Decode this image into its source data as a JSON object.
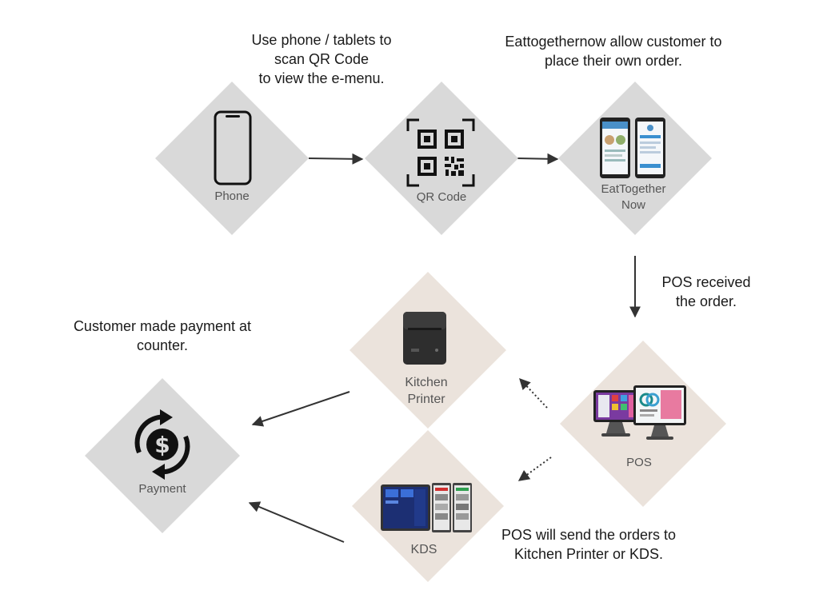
{
  "colors": {
    "grey_node": "#d9d9d9",
    "beige_node": "#ebe3dc",
    "text": "#1a1a1a",
    "label": "#555555",
    "arrow": "#333333"
  },
  "notes": {
    "scan": [
      "Use phone / tablets to",
      "scan QR Code",
      "to view the e-menu."
    ],
    "order": [
      "Eattogethernow allow customer to",
      "place their own order."
    ],
    "pos_received": [
      "POS received",
      "the order."
    ],
    "payment": [
      "Customer made payment at",
      "counter."
    ],
    "send": [
      "POS will send the orders to",
      "Kitchen Printer or KDS."
    ]
  },
  "nodes": {
    "phone": {
      "label": [
        "Phone"
      ],
      "icon": "smartphone-icon"
    },
    "qr": {
      "label": [
        "QR Code"
      ],
      "icon": "qr-code-icon"
    },
    "eat": {
      "label": [
        "EatTogether",
        "Now"
      ],
      "icon": "app-screens-icon"
    },
    "printer": {
      "label": [
        "Kitchen",
        "Printer"
      ],
      "icon": "printer-icon"
    },
    "pos": {
      "label": [
        "POS"
      ],
      "icon": "pos-terminal-icon"
    },
    "kds": {
      "label": [
        "KDS"
      ],
      "icon": "kds-screens-icon"
    },
    "payment": {
      "label": [
        "Payment"
      ],
      "icon": "dollar-cycle-icon"
    }
  },
  "edges": [
    {
      "from": "phone",
      "to": "qr",
      "style": "solid"
    },
    {
      "from": "qr",
      "to": "eat",
      "style": "solid"
    },
    {
      "from": "eat",
      "to": "pos",
      "style": "solid"
    },
    {
      "from": "pos",
      "to": "printer",
      "style": "dotted"
    },
    {
      "from": "pos",
      "to": "kds",
      "style": "dotted"
    },
    {
      "from": "printer",
      "to": "payment",
      "style": "solid"
    },
    {
      "from": "kds",
      "to": "payment",
      "style": "solid"
    }
  ]
}
